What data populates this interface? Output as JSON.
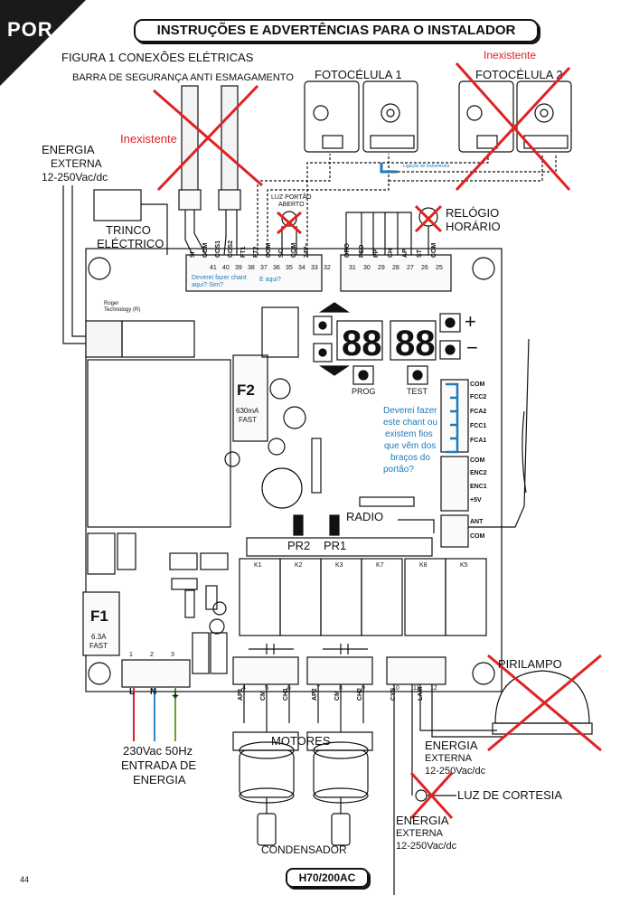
{
  "header": {
    "lang_tag": "POR",
    "title": "INSTRUÇÕES E ADVERTÊNCIAS PARA O INSTALADOR"
  },
  "figure": {
    "title": "FIGURA 1 CONEXÕES ELÉTRICAS"
  },
  "labels": {
    "safety_bar": "BARRA DE SEGURANÇA ANTI ESMAGAMENTO",
    "photocell1": "FOTOCÉLULA 1",
    "photocell2": "FOTOCÉLULA 2",
    "energia_top": [
      "ENERGIA",
      "EXTERNA",
      "12-250Vac/dc"
    ],
    "trinco": [
      "TRINCO",
      "ELÉCTRICO"
    ],
    "luz_portao": [
      "LUZ PORTÃO",
      "ABERTO"
    ],
    "relogio": [
      "RELÓGIO",
      "HORÁRIO"
    ],
    "f2": [
      "F2",
      "630mA",
      "FAST"
    ],
    "f1": [
      "F1",
      "6.3A",
      "FAST"
    ],
    "prog": "PROG",
    "test": "TEST",
    "radio": "RADIO",
    "pr2": "PR2",
    "pr1": "PR1",
    "pirilampo": "PIRILAMPO",
    "motores": "MOTORES",
    "condensador": "CONDENSADOR",
    "entrada": [
      "230Vac 50Hz",
      "ENTRADA DE",
      "ENERGIA"
    ],
    "energia_bottom1": [
      "ENERGIA",
      "EXTERNA",
      "12-250Vac/dc"
    ],
    "luz_cortesia": "LUZ DE CORTESIA",
    "energia_bottom2": [
      "ENERGIA",
      "EXTERNA",
      "12-250Vac/dc"
    ],
    "roger": [
      "Roger",
      "Technology (R)"
    ],
    "relays": [
      "K1",
      "K2",
      "K3",
      "K7",
      "K8",
      "K5"
    ],
    "right_terminals": [
      "COM",
      "FCC2",
      "FCA2",
      "FCC1",
      "FCA1",
      "COM",
      "ENC2",
      "ENC1",
      "+5V",
      "ANT",
      "COM"
    ],
    "top_left_terminals": [
      "SI",
      "COM",
      "COS1",
      "COS2",
      "FT1",
      "FT2",
      "COM",
      "SC",
      "COM",
      "24V~"
    ],
    "top_left_nums": [
      "41",
      "40",
      "39",
      "38",
      "37",
      "36",
      "35",
      "34",
      "33",
      "32"
    ],
    "top_right_terminals": [
      "ORO",
      "PED",
      "PP",
      "CH",
      "AP",
      "ST",
      "COM"
    ],
    "top_right_nums": [
      "31",
      "30",
      "29",
      "28",
      "27",
      "26",
      "25"
    ],
    "power_terminals": [
      "L",
      "N",
      "⏚"
    ],
    "power_nums": [
      "1",
      "2",
      "3"
    ],
    "motor1_terminals": [
      "AP1",
      "CM",
      "CH1"
    ],
    "motor1_nums": [
      "4",
      "5",
      "6"
    ],
    "motor2_terminals": [
      "AP2",
      "CM",
      "CH2"
    ],
    "motor2_nums": [
      "7",
      "8",
      "9"
    ],
    "lamp_terminals": [
      "CYS",
      "LAM"
    ],
    "lamp_nums": [
      "10",
      "11",
      "12"
    ],
    "page_number": "44",
    "model": "H70/200AC"
  },
  "annotations": {
    "inexistente_left": "Inexistente",
    "inexistente_right": "Inexistente",
    "deverei_small_1": "Deverei fazer chant",
    "deverei_small_2": "aqui? Sim?",
    "e_aqui": "E aqui?",
    "blue_tiny": "Ligação do transmissor",
    "blue_note": [
      "Deverei fazer",
      "este chant ou",
      "existem fios",
      "que vêm dos",
      "braços do",
      "portão?"
    ]
  },
  "colors": {
    "annotation_red": "#e02222",
    "annotation_blue": "#1f7ab8",
    "wire_red": "#e02222",
    "wire_blue": "#2f86c8",
    "wire_green": "#5aa830"
  }
}
